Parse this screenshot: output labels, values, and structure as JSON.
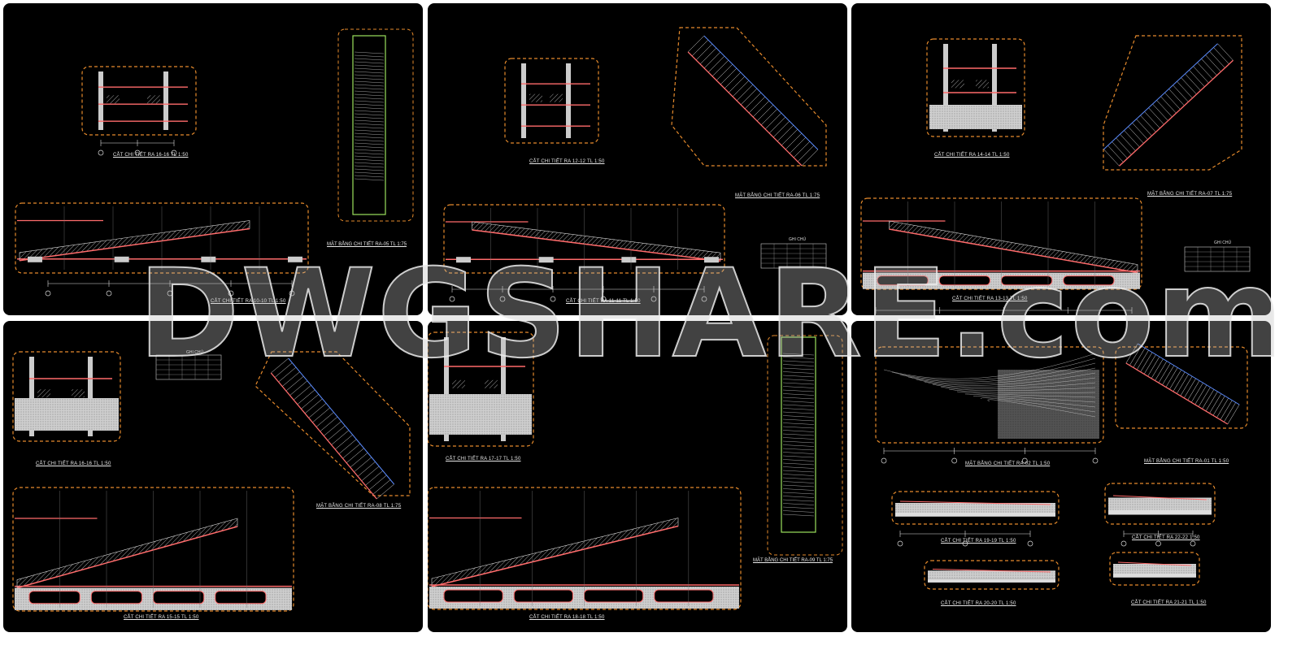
{
  "watermark": "DWGSHARE.com",
  "panels": [
    {
      "captions": [
        "CẮT CHI TIẾT RA 16-16 TL 1:50",
        "MẶT BẰNG CHI TIẾT RA-05 TL 1:75",
        "CẮT CHI TIẾT RA 10-10 TL 1:50"
      ]
    },
    {
      "captions": [
        "CẮT CHI TIẾT RA 12-12 TL 1:50",
        "MẶT BẰNG CHI TIẾT RA-06 TL 1:75",
        "CẮT CHI TIẾT RA 11-11 TL 1:50"
      ],
      "note": "GHI CHÚ"
    },
    {
      "captions": [
        "CẮT CHI TIẾT RA 14-14 TL 1:50",
        "MẶT BẰNG CHI TIẾT RA-07 TL 1:75",
        "CẮT CHI TIẾT RA 13-13 TL 1:50"
      ],
      "note": "GHI CHÚ"
    },
    {
      "captions": [
        "CẮT CHI TIẾT RA 16-16 TL 1:50",
        "MẶT BẰNG CHI TIẾT RA-08 TL 1:75",
        "CẮT CHI TIẾT RA 15-15 TL 1:50"
      ],
      "note": "GHI CHÚ"
    },
    {
      "captions": [
        "CẮT CHI TIẾT RA 17-17 TL 1:50",
        "CẮT CHI TIẾT RA 18-18 TL 1:50",
        "MẶT BẰNG CHI TIẾT RA-09 TL 1:75"
      ]
    },
    {
      "captions": [
        "MẶT BẰNG CHI TIẾT RA-02 TL 1:50",
        "MẶT BẰNG CHI TIẾT RA-01 TL 1:50",
        "CẮT CHI TIẾT RA 19-19 TL 1:50",
        "CẮT CHI TIẾT RA 22-22 1:50",
        "CẮT CHI TIẾT RA 20-20 TL 1:50",
        "CẮT CHI TIẾT RA 21-21 TL 1:50"
      ]
    }
  ]
}
